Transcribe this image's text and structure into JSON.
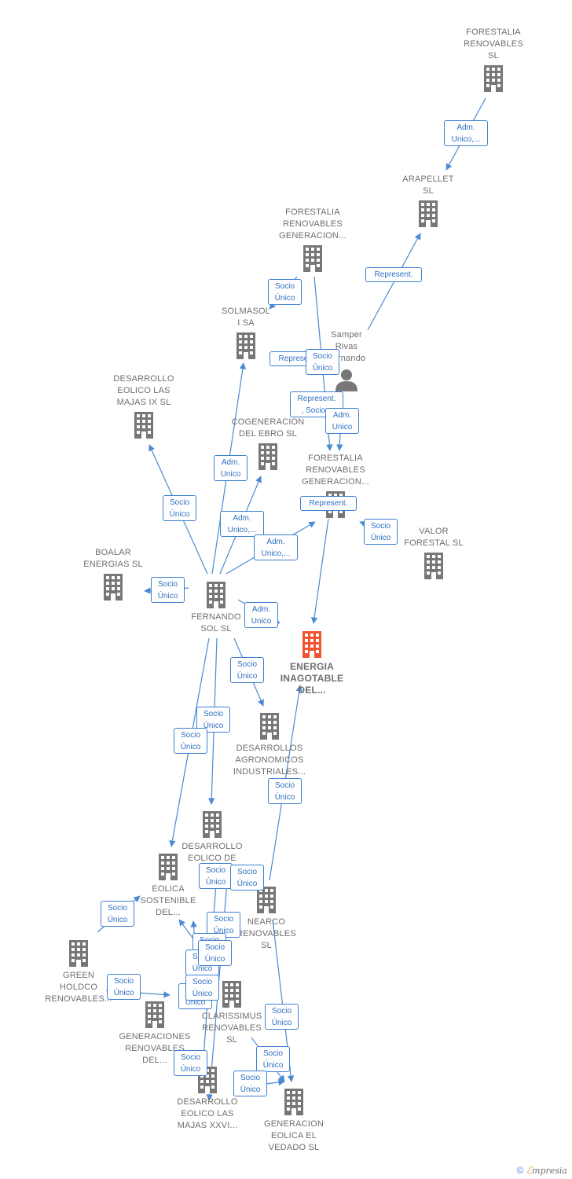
{
  "colors": {
    "edge": "#4a8ad4",
    "building": "#777777",
    "focus": "#f0532e",
    "person": "#777777"
  },
  "nodes": [
    {
      "id": "forestalia_sl",
      "type": "company",
      "label": "FORESTALIA\nRENOVABLES\nSL"
    },
    {
      "id": "arapellet",
      "type": "company",
      "label": "ARAPELLET\nSL"
    },
    {
      "id": "forestalia_gen1",
      "type": "company",
      "label": "FORESTALIA\nRENOVABLES\nGENERACION..."
    },
    {
      "id": "solmasol",
      "type": "company",
      "label": "SOLMASOL\nI SA"
    },
    {
      "id": "samper",
      "type": "person",
      "label": "Samper\nRivas\nFernando"
    },
    {
      "id": "desarrollo_ix",
      "type": "company",
      "label": "DESARROLLO\nEOLICO LAS\nMAJAS IX  SL"
    },
    {
      "id": "cogeneracion",
      "type": "company",
      "label": "COGENERACION\nDEL EBRO  SL"
    },
    {
      "id": "forestalia_gen2",
      "type": "company",
      "label": "FORESTALIA\nRENOVABLES\nGENERACION..."
    },
    {
      "id": "valor",
      "type": "company",
      "label": "VALOR\nFORESTAL SL"
    },
    {
      "id": "boalar",
      "type": "company",
      "label": "BOALAR\nENERGIAS  SL"
    },
    {
      "id": "fernando",
      "type": "company",
      "label": "FERNANDO\nSOL SL"
    },
    {
      "id": "energia",
      "type": "focus",
      "label": "ENERGIA\nINAGOTABLE\nDEL..."
    },
    {
      "id": "agronomicos",
      "type": "company",
      "label": "DESARROLLOS\nAGRONOMICOS\nINDUSTRIALES..."
    },
    {
      "id": "eolico_la",
      "type": "company",
      "label": "DESARROLLO\nEOLICO DE\nLA..."
    },
    {
      "id": "eolica_sost",
      "type": "company",
      "label": "EOLICA\nSOSTENIBLE\nDEL..."
    },
    {
      "id": "nearco",
      "type": "company",
      "label": "NEARCO\nRENOVABLES\nSL"
    },
    {
      "id": "green",
      "type": "company",
      "label": "GREEN\nHOLDCO\nRENOVABLES..."
    },
    {
      "id": "clarissimus",
      "type": "company",
      "label": "CLARISSIMUS\nRENOVABLES\nSL"
    },
    {
      "id": "generaciones",
      "type": "company",
      "label": "GENERACIONES\nRENOVABLES\nDEL..."
    },
    {
      "id": "majas_xxvi",
      "type": "company",
      "label": "DESARROLLO\nEOLICO LAS\nMAJAS XXVI..."
    },
    {
      "id": "vedado",
      "type": "company",
      "label": "GENERACION\nEOLICA EL\nVEDADO SL"
    }
  ],
  "edge_labels": [
    {
      "text": "Adm.\nUnico,..."
    },
    {
      "text": "Represent."
    },
    {
      "text": "Socio\nÚnico"
    },
    {
      "text": "Represent."
    },
    {
      "text": "Socio\nÚnico"
    },
    {
      "text": "Represent.\n, Socio..."
    },
    {
      "text": "Adm.\nUnico"
    },
    {
      "text": "Adm.\nUnico"
    },
    {
      "text": "Represent."
    },
    {
      "text": "Socio\nÚnico"
    },
    {
      "text": "Socio\nÚnico"
    },
    {
      "text": "Adm.\nUnico,..."
    },
    {
      "text": "Adm.\nUnico,..."
    },
    {
      "text": "Socio\nÚnico"
    },
    {
      "text": "Adm.\nUnico"
    },
    {
      "text": "Socio\nÚnico"
    },
    {
      "text": "Socio\nÚnico"
    },
    {
      "text": "Socio\nÚnico"
    },
    {
      "text": "Socio\nÚnico"
    },
    {
      "text": "Socio\nÚnico"
    },
    {
      "text": "Socio\nÚnico"
    },
    {
      "text": "Socio\nÚnico"
    },
    {
      "text": "Socio\nÚnico"
    },
    {
      "text": "Socio\nÚnico"
    },
    {
      "text": "Socio\nÚnico"
    },
    {
      "text": "Socio\nÚnico"
    },
    {
      "text": "Socio\nÚnico"
    },
    {
      "text": "Socio\nÚnico"
    },
    {
      "text": "Socio\nÚnico"
    },
    {
      "text": "Socio\nÚnico"
    },
    {
      "text": "Socio\nÚnico"
    },
    {
      "text": "Socio\nÚnico"
    },
    {
      "text": "Socio\nÚnico"
    }
  ],
  "footer": {
    "copyright": "©",
    "brand_e": "ℰ",
    "brand_rest": "mpresia"
  }
}
